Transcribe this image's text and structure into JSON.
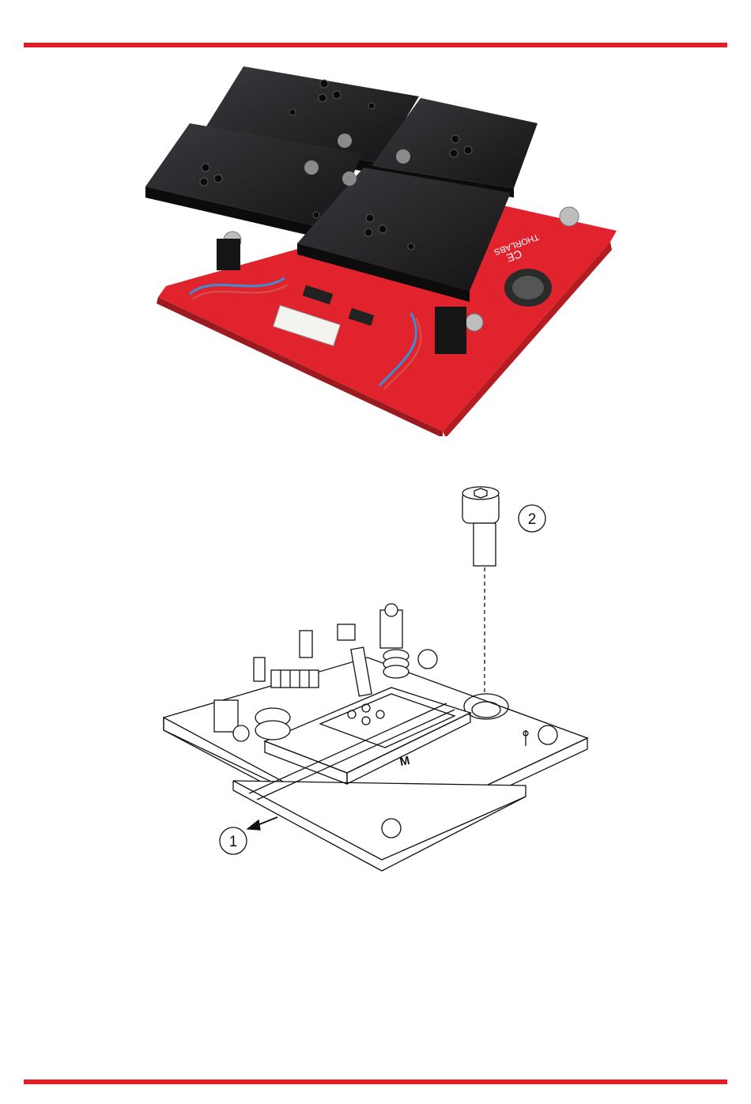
{
  "colors": {
    "header_rule": "#e01e26",
    "footer_rule": "#e01e26",
    "pcb_red": "#d8202a",
    "plate_black": "#1c1c1e",
    "line_art": "#111111"
  },
  "figure_photo": {
    "board_marking": "THORLABS"
  },
  "figure_drawing": {
    "callout_1": "1",
    "callout_2": "2",
    "part_label": "M"
  }
}
